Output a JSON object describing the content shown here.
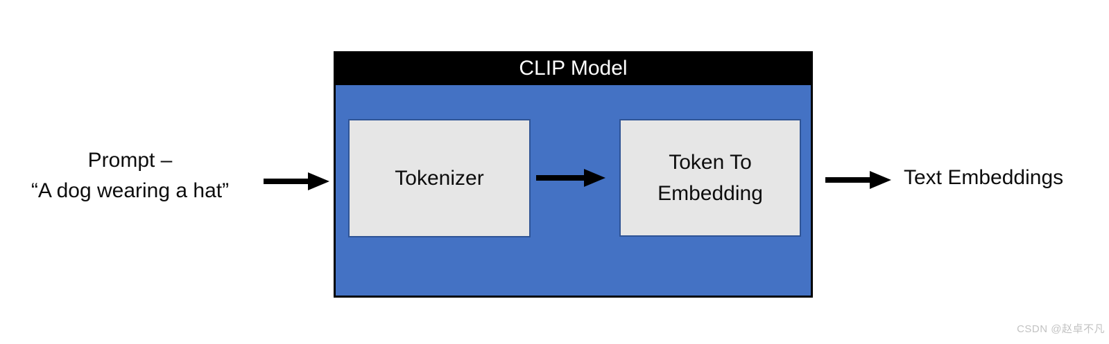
{
  "diagram": {
    "prompt": {
      "line1": "Prompt –",
      "line2": "“A dog wearing a hat”"
    },
    "clip_model": {
      "title": "CLIP Model"
    },
    "tokenizer": {
      "label": "Tokenizer"
    },
    "token_to_embedding": {
      "line1": "Token To",
      "line2": "Embedding"
    },
    "output": {
      "label": "Text Embeddings"
    }
  },
  "watermark": {
    "text": "CSDN @赵卓不凡"
  },
  "colors": {
    "clip_header_bg": "#000000",
    "clip_header_text": "#ffffff",
    "clip_body_bg": "#4472c4",
    "node_fill": "#e6e6e6",
    "node_border": "#2f5496",
    "arrow": "#000000",
    "text": "#0d0d0d",
    "watermark_text": "#c2c2c2"
  }
}
